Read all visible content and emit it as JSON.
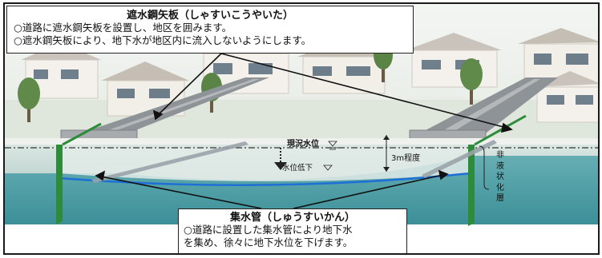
{
  "top_callout": {
    "title": "遮水鋼矢板（しゃすいこうやいた）",
    "lines": [
      "○道路に遮水鋼矢板を設置し、地区を囲みます。",
      "○遮水鋼矢板により、地下水が地区内に流入しないようにします。"
    ]
  },
  "bottom_callout": {
    "title": "集水管（しゅうすいかん）",
    "lines": [
      "○道路に設置した集水管により地下水",
      "を集め、徐々に地下水位を下げます。"
    ]
  },
  "labels": {
    "current_water_level": "現況水位",
    "lowered_water_level": "水位低下",
    "depth": "3m程度",
    "non_liquefaction_layer": "非液状化層"
  },
  "colors": {
    "ground_water": "#4f9fa6",
    "ground_upper": "#d3dfda",
    "steel_sheet_pile": "#2e8b3a",
    "collector_pipe": "#1e6fd6",
    "road": "#8e9398"
  }
}
